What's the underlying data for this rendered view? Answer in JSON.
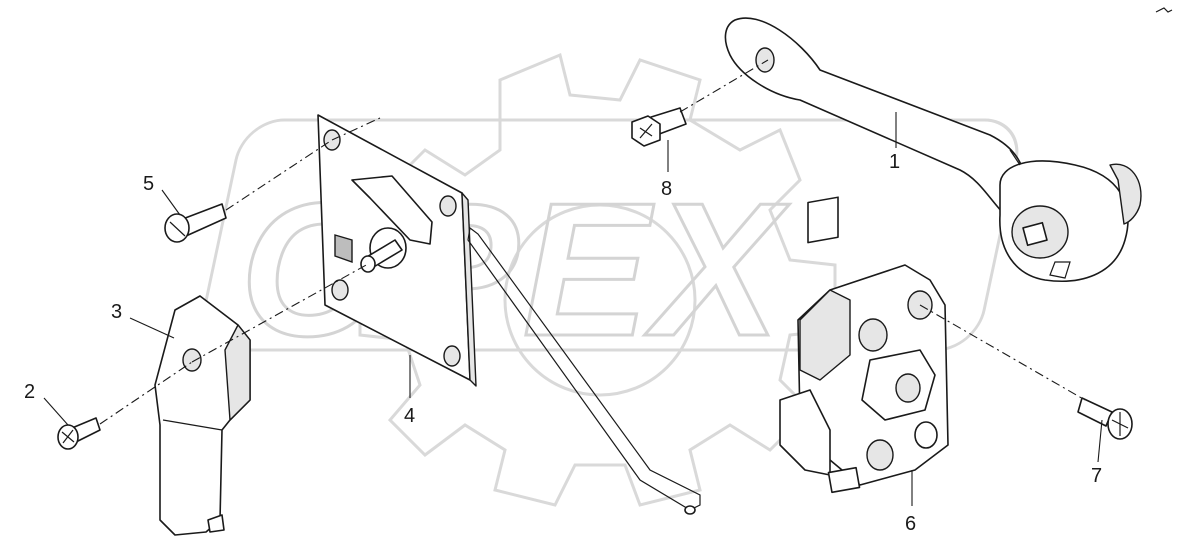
{
  "diagram": {
    "watermark_text": "OPEX",
    "callouts": [
      {
        "id": "1",
        "label": "1"
      },
      {
        "id": "2",
        "label": "2"
      },
      {
        "id": "3",
        "label": "3"
      },
      {
        "id": "4",
        "label": "4"
      },
      {
        "id": "5",
        "label": "5"
      },
      {
        "id": "6",
        "label": "6"
      },
      {
        "id": "7",
        "label": "7"
      },
      {
        "id": "8",
        "label": "8"
      }
    ]
  }
}
